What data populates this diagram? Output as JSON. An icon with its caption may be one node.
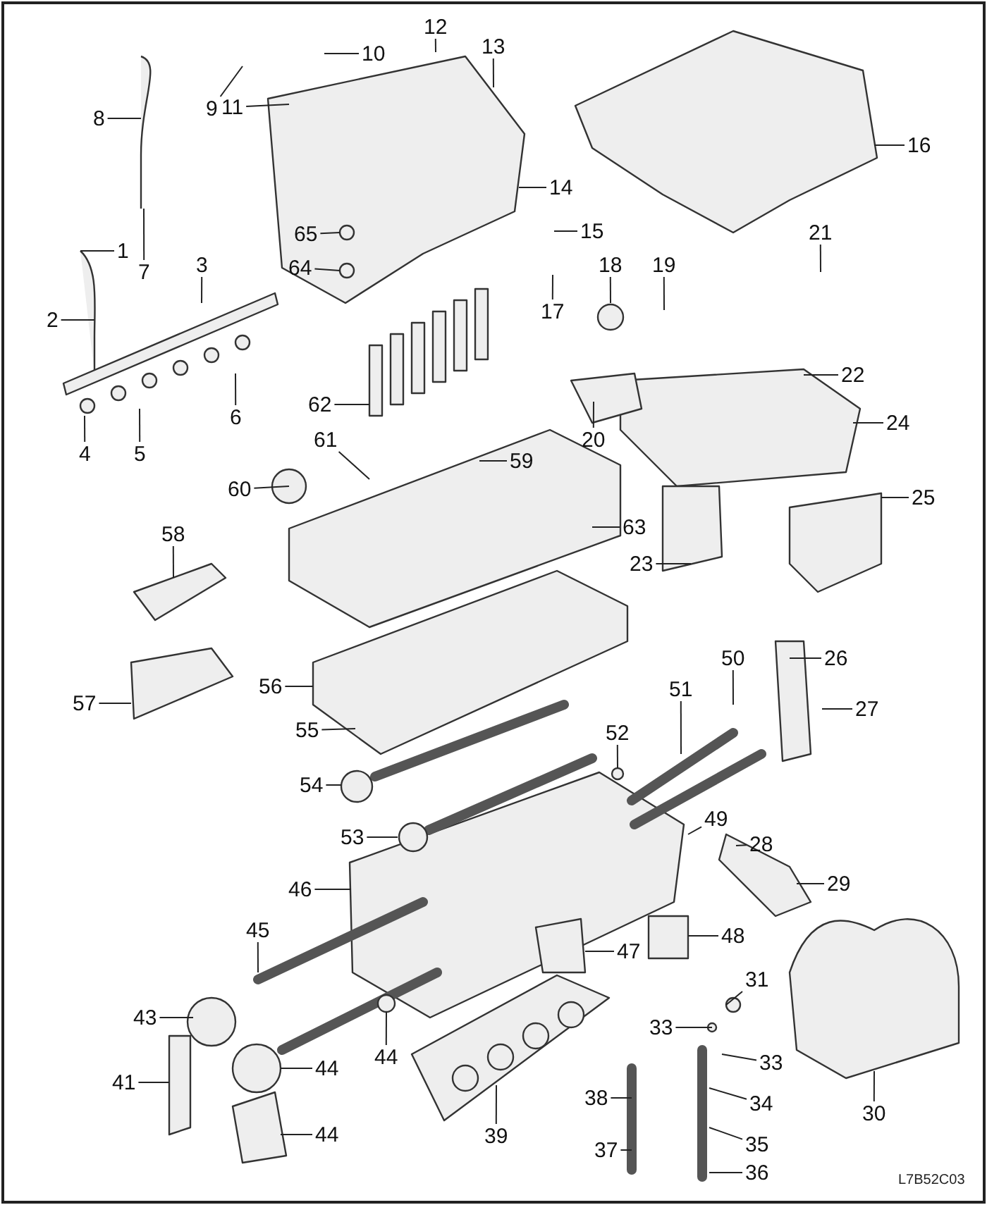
{
  "diagram": {
    "nodes": [
      {
        "text": [
          "1"
        ]
      },
      {
        "text": [
          "2"
        ]
      },
      {
        "text": [
          "3"
        ]
      },
      {
        "text": [
          "4"
        ]
      },
      {
        "text": [
          "5"
        ]
      },
      {
        "text": [
          "6"
        ]
      },
      {
        "text": [
          "7"
        ]
      },
      {
        "text": [
          "8"
        ]
      },
      {
        "text": [
          "9"
        ]
      },
      {
        "text": [
          "10"
        ]
      },
      {
        "text": [
          "11"
        ]
      },
      {
        "text": [
          "12"
        ]
      },
      {
        "text": [
          "13"
        ]
      },
      {
        "text": [
          "14"
        ]
      },
      {
        "text": [
          "15"
        ]
      },
      {
        "text": [
          "16"
        ]
      },
      {
        "text": [
          "17"
        ]
      },
      {
        "text": [
          "18"
        ]
      },
      {
        "text": [
          "19"
        ]
      },
      {
        "text": [
          "20"
        ]
      },
      {
        "text": [
          "21"
        ]
      },
      {
        "text": [
          "22"
        ]
      },
      {
        "text": [
          "23"
        ]
      },
      {
        "text": [
          "24"
        ]
      },
      {
        "text": [
          "25"
        ]
      },
      {
        "text": [
          "26"
        ]
      },
      {
        "text": [
          "27"
        ]
      },
      {
        "text": [
          "28"
        ]
      },
      {
        "text": [
          "29"
        ]
      },
      {
        "text": [
          "30"
        ]
      },
      {
        "text": [
          "31"
        ]
      },
      {
        "text": [
          "33"
        ]
      },
      {
        "text": [
          "33"
        ]
      },
      {
        "text": [
          "34"
        ]
      },
      {
        "text": [
          "35"
        ]
      },
      {
        "text": [
          "36"
        ]
      },
      {
        "text": [
          "37"
        ]
      },
      {
        "text": [
          "38"
        ]
      },
      {
        "text": [
          "39"
        ]
      },
      {
        "text": [
          "41"
        ]
      },
      {
        "text": [
          "43"
        ]
      },
      {
        "text": [
          "44"
        ]
      },
      {
        "text": [
          "44"
        ]
      },
      {
        "text": [
          "44"
        ]
      },
      {
        "text": [
          "45"
        ]
      },
      {
        "text": [
          "46"
        ]
      },
      {
        "text": [
          "47"
        ]
      },
      {
        "text": [
          "48"
        ]
      },
      {
        "text": [
          "49"
        ]
      },
      {
        "text": [
          "50"
        ]
      },
      {
        "text": [
          "51"
        ]
      },
      {
        "text": [
          "52"
        ]
      },
      {
        "text": [
          "53"
        ]
      },
      {
        "text": [
          "54"
        ]
      },
      {
        "text": [
          "55"
        ]
      },
      {
        "text": [
          "56"
        ]
      },
      {
        "text": [
          "57"
        ]
      },
      {
        "text": [
          "58"
        ]
      },
      {
        "text": [
          "59"
        ]
      },
      {
        "text": [
          "60"
        ]
      },
      {
        "text": [
          "61"
        ]
      },
      {
        "text": [
          "62"
        ]
      },
      {
        "text": [
          "63"
        ]
      },
      {
        "text": [
          "64"
        ]
      },
      {
        "text": [
          "65"
        ]
      }
    ],
    "edges": [
      {
        "from": 0,
        "to": null,
        "arrow": "none"
      },
      {
        "from": 1,
        "to": null,
        "arrow": "none"
      },
      {
        "from": 2,
        "to": null,
        "arrow": "none"
      },
      {
        "from": 3,
        "to": null,
        "arrow": "none"
      },
      {
        "from": 4,
        "to": null,
        "arrow": "none"
      },
      {
        "from": 5,
        "to": null,
        "arrow": "none"
      },
      {
        "from": 6,
        "to": null,
        "arrow": "none"
      },
      {
        "from": 7,
        "to": null,
        "arrow": "none"
      },
      {
        "from": 8,
        "to": null,
        "arrow": "none"
      },
      {
        "from": 9,
        "to": null,
        "arrow": "none"
      },
      {
        "from": 10,
        "to": null,
        "arrow": "none"
      },
      {
        "from": 11,
        "to": null,
        "arrow": "none"
      },
      {
        "from": 12,
        "to": null,
        "arrow": "none"
      },
      {
        "from": 13,
        "to": null,
        "arrow": "none"
      },
      {
        "from": 14,
        "to": null,
        "arrow": "none"
      },
      {
        "from": 15,
        "to": null,
        "arrow": "none"
      },
      {
        "from": 16,
        "to": null,
        "arrow": "none"
      },
      {
        "from": 17,
        "to": null,
        "arrow": "none"
      },
      {
        "from": 18,
        "to": null,
        "arrow": "none"
      },
      {
        "from": 19,
        "to": null,
        "arrow": "none"
      },
      {
        "from": 20,
        "to": null,
        "arrow": "none"
      },
      {
        "from": 21,
        "to": null,
        "arrow": "none"
      },
      {
        "from": 22,
        "to": null,
        "arrow": "none"
      },
      {
        "from": 23,
        "to": null,
        "arrow": "none"
      },
      {
        "from": 24,
        "to": null,
        "arrow": "none"
      },
      {
        "from": 25,
        "to": null,
        "arrow": "none"
      },
      {
        "from": 26,
        "to": null,
        "arrow": "none"
      },
      {
        "from": 27,
        "to": null,
        "arrow": "none"
      },
      {
        "from": 28,
        "to": null,
        "arrow": "none"
      },
      {
        "from": 29,
        "to": null,
        "arrow": "none"
      },
      {
        "from": 30,
        "to": null,
        "arrow": "none"
      },
      {
        "from": 31,
        "to": null,
        "arrow": "none"
      },
      {
        "from": 32,
        "to": null,
        "arrow": "none"
      },
      {
        "from": 33,
        "to": null,
        "arrow": "none"
      },
      {
        "from": 34,
        "to": null,
        "arrow": "none"
      },
      {
        "from": 35,
        "to": null,
        "arrow": "none"
      },
      {
        "from": 36,
        "to": null,
        "arrow": "none"
      },
      {
        "from": 37,
        "to": null,
        "arrow": "none"
      },
      {
        "from": 38,
        "to": null,
        "arrow": "none"
      },
      {
        "from": 39,
        "to": null,
        "arrow": "none"
      },
      {
        "from": 40,
        "to": null,
        "arrow": "none"
      },
      {
        "from": 41,
        "to": null,
        "arrow": "none"
      },
      {
        "from": 42,
        "to": null,
        "arrow": "none"
      },
      {
        "from": 43,
        "to": null,
        "arrow": "none"
      },
      {
        "from": 44,
        "to": null,
        "arrow": "none"
      },
      {
        "from": 45,
        "to": null,
        "arrow": "none"
      },
      {
        "from": 46,
        "to": null,
        "arrow": "none"
      },
      {
        "from": 47,
        "to": null,
        "arrow": "none"
      },
      {
        "from": 48,
        "to": null,
        "arrow": "none"
      },
      {
        "from": 49,
        "to": null,
        "arrow": "none"
      },
      {
        "from": 50,
        "to": null,
        "arrow": "none"
      },
      {
        "from": 51,
        "to": null,
        "arrow": "none"
      },
      {
        "from": 52,
        "to": null,
        "arrow": "none"
      },
      {
        "from": 53,
        "to": null,
        "arrow": "none"
      },
      {
        "from": 54,
        "to": null,
        "arrow": "none"
      },
      {
        "from": 55,
        "to": null,
        "arrow": "none"
      },
      {
        "from": 56,
        "to": null,
        "arrow": "none"
      },
      {
        "from": 57,
        "to": null,
        "arrow": "none"
      },
      {
        "from": 58,
        "to": null,
        "arrow": "none"
      },
      {
        "from": 59,
        "to": null,
        "arrow": "none"
      },
      {
        "from": 60,
        "to": null,
        "arrow": "none"
      },
      {
        "from": 61,
        "to": null,
        "arrow": "none"
      },
      {
        "from": 62,
        "to": null,
        "arrow": "none"
      },
      {
        "from": 63,
        "to": null,
        "arrow": "none"
      },
      {
        "from": 64,
        "to": null,
        "arrow": "none"
      }
    ],
    "labels": [
      "L7B52C03"
    ]
  }
}
